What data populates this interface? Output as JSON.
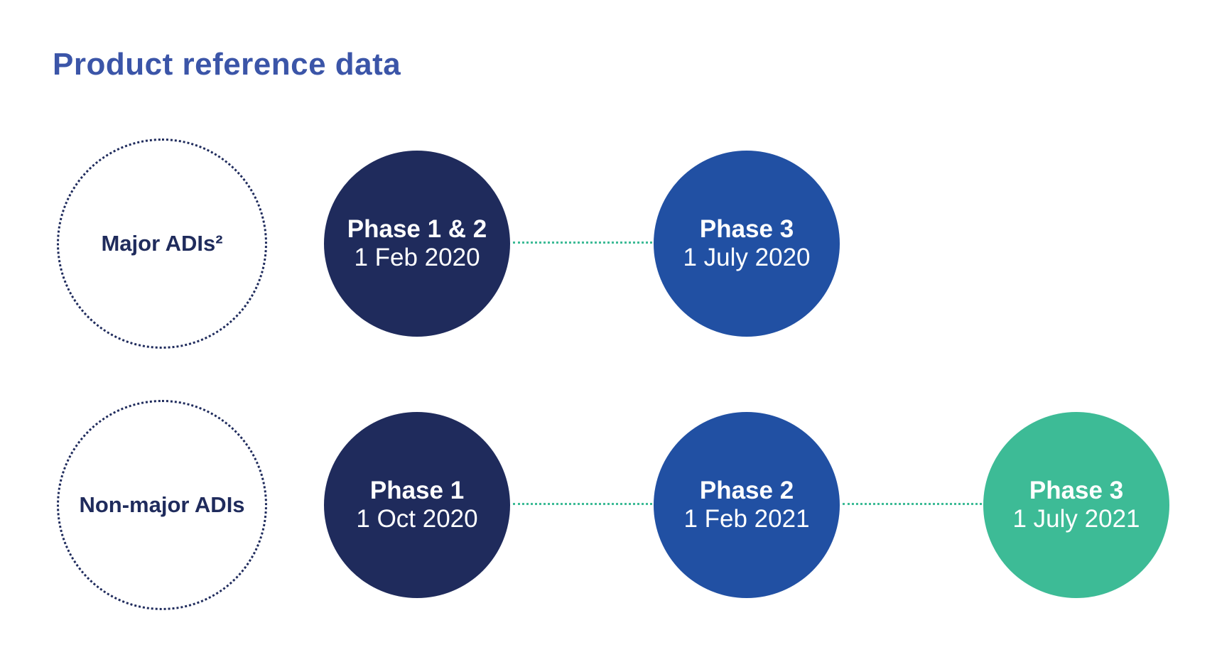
{
  "title": "Product reference data",
  "colors": {
    "title": "#3b55a8",
    "phase_1": "#1f2b5c",
    "phase_2": "#2150a3",
    "phase_3": "#3dbb96",
    "connector": "#3dbb96"
  },
  "rows": [
    {
      "label": "Major ADIs²",
      "phases": [
        {
          "name": "Phase 1 & 2",
          "date": "1 Feb 2020"
        },
        {
          "name": "Phase 3",
          "date": "1 July 2020"
        }
      ]
    },
    {
      "label": "Non-major ADIs",
      "phases": [
        {
          "name": "Phase 1",
          "date": "1 Oct 2020"
        },
        {
          "name": "Phase 2",
          "date": "1 Feb 2021"
        },
        {
          "name": "Phase 3",
          "date": "1 July 2021"
        }
      ]
    }
  ]
}
